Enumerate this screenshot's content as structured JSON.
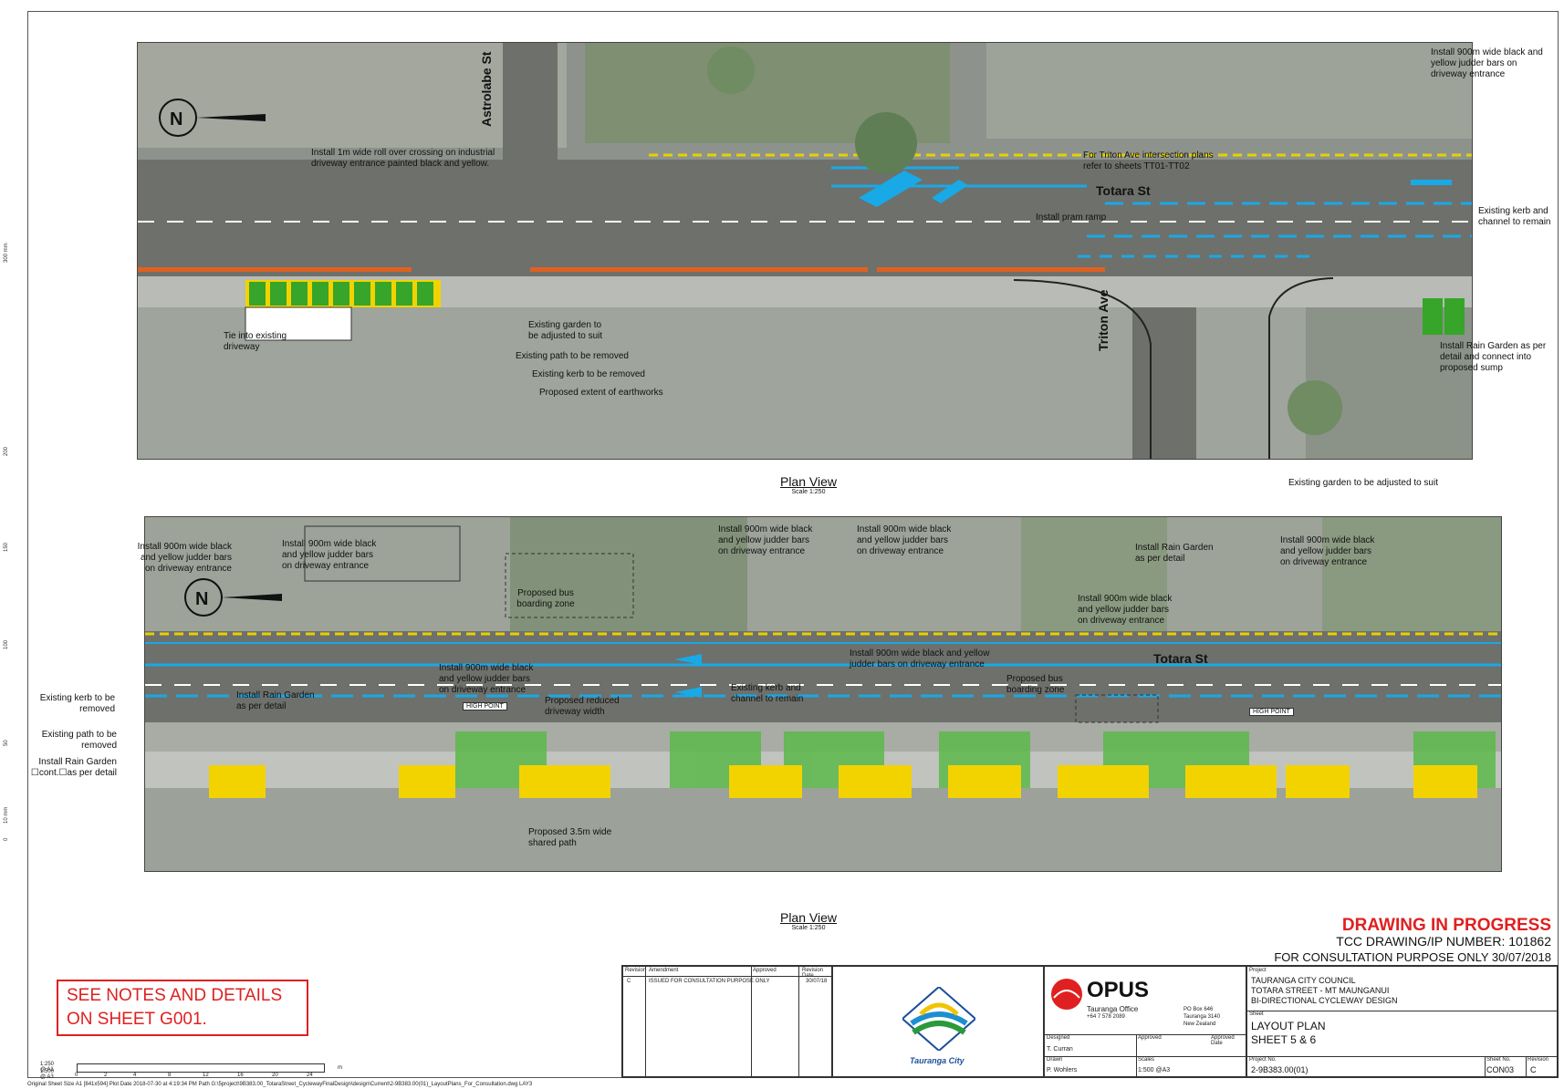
{
  "sheet": {
    "plan_view_title": "Plan View",
    "plan_view_scale": "Scale 1:250",
    "drawing_in_progress": "DRAWING IN PROGRESS",
    "tcc_number": "TCC DRAWING/IP NUMBER: 101862",
    "consultation": "FOR CONSULTATION PURPOSE ONLY 30/07/2018",
    "see_notes_line1": "SEE NOTES AND DETAILS",
    "see_notes_line2": "ON SHEET G001.",
    "footer": "Original Sheet Size A1 [841x594]     Plot Date  2018-07-30 at 4:19:34 PM  Path G:\\5project\\9B383.00_TotaraStreet_CyclewayFinalDesign\\design\\Current\\2-9B383.00(01)_LayoutPlans_For_Consultation.dwg LAY3",
    "scale_a1": "1:250 @ A1",
    "scale_a3": "1:500 @ A3",
    "scale_ticks": [
      "0",
      "2",
      "4",
      "8",
      "12",
      "16",
      "20",
      "24"
    ],
    "scale_unit": "m",
    "margin_ticks": [
      "300 mm",
      "200",
      "150",
      "100",
      "50",
      "10 mm",
      "0"
    ]
  },
  "top_plan": {
    "streets": {
      "astrolabe": "Astrolabe St",
      "totara": "Totara St",
      "triton": "Triton Ave"
    },
    "notes": {
      "rollover": [
        "Install 1m wide roll over crossing on industrial",
        "driveway entrance painted black and yellow."
      ],
      "triton_ref": [
        "For Triton Ave intersection plans",
        "refer to sheets TT01-TT02"
      ],
      "judder_top_right": [
        "Install 900m wide black and",
        "yellow judder bars on",
        "driveway entrance"
      ],
      "kerb_remain": [
        "Existing kerb and",
        "channel to remain"
      ],
      "pram_ramp": "Install pram ramp",
      "rain_garden": [
        "Install Rain Garden as per",
        "detail and connect into",
        "proposed sump"
      ],
      "tie_in": [
        "Tie into existing",
        "driveway"
      ],
      "garden_adjust": [
        "Existing garden to",
        "be adjusted to suit"
      ],
      "path_removed": "Existing path to be removed",
      "kerb_removed": "Existing kerb to be removed",
      "earthworks": "Proposed extent of earthworks",
      "garden_adjust_right": "Existing garden to be adjusted to suit"
    }
  },
  "bottom_plan": {
    "street": "Totara St",
    "high_point": "HIGH POINT",
    "notes": {
      "judder_1": [
        "Install 900m wide black",
        "and yellow judder bars",
        "on driveway entrance"
      ],
      "judder_2": [
        "Install 900m wide black",
        "and yellow judder bars",
        "on driveway entrance"
      ],
      "judder_3": [
        "Install 900m wide black",
        "and yellow judder bars",
        "on driveway entrance"
      ],
      "judder_4": [
        "Install 900m wide black",
        "and yellow judder bars",
        "on driveway entrance"
      ],
      "judder_5": [
        "Install 900m wide black",
        "and yellow judder bars",
        "on driveway entrance"
      ],
      "judder_6": [
        "Install 900m wide black",
        "and yellow judder bars",
        "on driveway entrance"
      ],
      "judder_7": [
        "Install 900m wide black",
        "and yellow judder bars",
        "on driveway entrance"
      ],
      "judder_wide": [
        "Install 900m wide black and yellow",
        "judder bars on driveway entrance"
      ],
      "rain_garden_right": [
        "Install Rain Garden",
        "as per detail"
      ],
      "bus_left": [
        "Proposed bus",
        "boarding zone"
      ],
      "bus_right": [
        "Proposed bus",
        "boarding zone"
      ],
      "kerb_removed": [
        "Existing kerb to be",
        "removed"
      ],
      "path_removed": [
        "Existing path to be",
        "removed"
      ],
      "rain_garden_left": [
        "Install Rain Garden",
        "☐cont.☐as per detail"
      ],
      "rain_garden_mid": [
        "Install Rain Garden",
        "as per detail"
      ],
      "reduced_driveway": [
        "Proposed reduced",
        "driveway width"
      ],
      "kerb_remain": [
        "Existing kerb and",
        "channel to remain"
      ],
      "shared_path": [
        "Proposed 3.5m wide",
        "shared path"
      ]
    }
  },
  "title_block": {
    "rev_headers": [
      "Revision",
      "Amendment",
      "Approved",
      "Revision Date"
    ],
    "rev_row": [
      "C",
      "ISSUED FOR CONSULTATION PURPOSE ONLY",
      "",
      "30/07/18"
    ],
    "client_logo_text": "Tauranga City",
    "company": "OPUS",
    "office": "Tauranga Office",
    "phone": "+64 7 578 2089",
    "address": [
      "PO Box 646",
      "Tauranga 3140",
      "New Zealand"
    ],
    "designed_label": "Designed",
    "designed": "T. Curran",
    "approved_label": "Approved",
    "approved_date_label": "Approved Date",
    "drawn_label": "Drawn",
    "drawn": "P. Wohlers",
    "scales_label": "Scales",
    "scales": "1:500 @A3",
    "project_label": "Project",
    "project": [
      "TAURANGA CITY COUNCIL",
      "TOTARA STREET - MT MAUNGANUI",
      "BI-DIRECTIONAL CYCLEWAY DESIGN"
    ],
    "sheet_label": "Sheet",
    "sheet": [
      "LAYOUT PLAN",
      "SHEET 5 & 6"
    ],
    "project_no_label": "Project No.",
    "project_no": "2-9B383.00(01)",
    "sheet_no_label": "Sheet No.",
    "sheet_no": "CON03",
    "revision_label": "Revision",
    "revision": "C"
  }
}
